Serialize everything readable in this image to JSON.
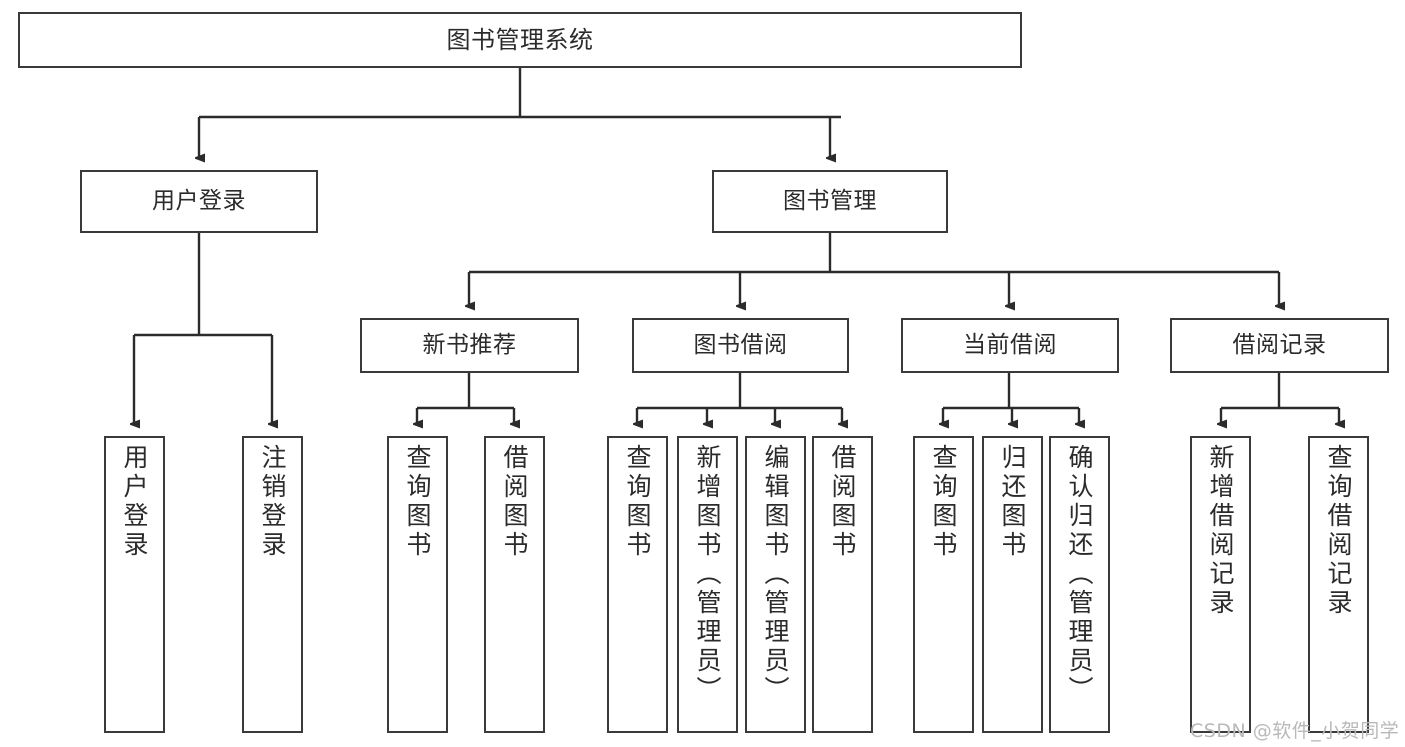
{
  "diagram": {
    "title": "图书管理系统",
    "type": "tree-hierarchy-diagram",
    "watermark": "CSDN @软件_小贺同学",
    "colors": {
      "background": "#ffffff",
      "node_border": "#3a3a3a",
      "node_fill": "#ffffff",
      "text": "#2b2b2b",
      "edge": "#2b2b2b",
      "watermark": "#b9b9b9"
    },
    "root": {
      "label": "图书管理系统"
    },
    "level1": [
      {
        "label": "用户登录"
      },
      {
        "label": "图书管理"
      }
    ],
    "level2": [
      {
        "label": "新书推荐"
      },
      {
        "label": "图书借阅"
      },
      {
        "label": "当前借阅"
      },
      {
        "label": "借阅记录"
      }
    ],
    "leaves": {
      "user_login": [
        {
          "label": "用户登录"
        },
        {
          "label": "注销登录"
        }
      ],
      "new_book_recommend": [
        {
          "label": "查询图书"
        },
        {
          "label": "借阅图书"
        }
      ],
      "book_borrow": [
        {
          "label": "查询图书"
        },
        {
          "label": "新增图书（管理员）"
        },
        {
          "label": "编辑图书（管理员）"
        },
        {
          "label": "借阅图书"
        }
      ],
      "current_borrow": [
        {
          "label": "查询图书"
        },
        {
          "label": "归还图书"
        },
        {
          "label": "确认归还（管理员）"
        }
      ],
      "borrow_records": [
        {
          "label": "新增借阅记录"
        },
        {
          "label": "查询借阅记录"
        }
      ]
    }
  }
}
